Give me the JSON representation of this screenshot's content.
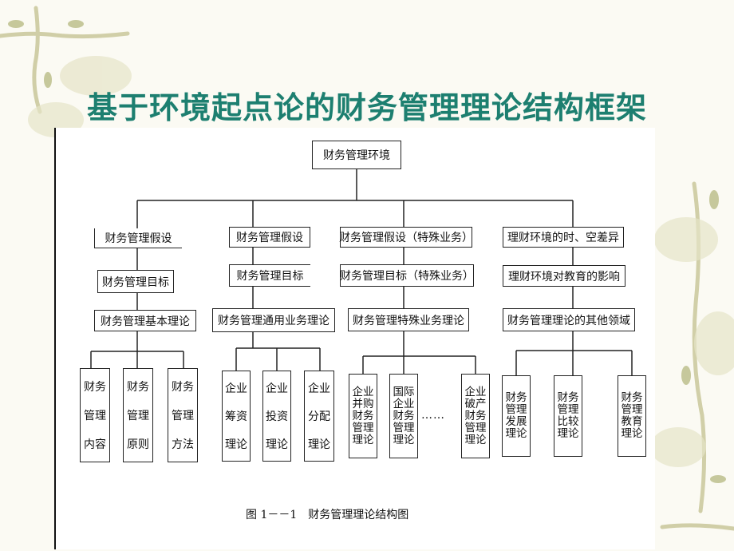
{
  "slide_title": "基于环境起点论的财务管理理论结构框架",
  "diagram": {
    "root": "财务管理环境",
    "columns": [
      {
        "chain": [
          "财务管理假设",
          "财务管理目标",
          "财务管理基本理论"
        ],
        "leaves": [
          [
            "财务",
            "管理",
            "内容"
          ],
          [
            "财务",
            "管理",
            "原则"
          ],
          [
            "财务",
            "管理",
            "方法"
          ]
        ]
      },
      {
        "chain": [
          "财务管理假设",
          "财务管理目标",
          "财务管理通用业务理论"
        ],
        "leaves": [
          [
            "企业",
            "筹资",
            "理论"
          ],
          [
            "企业",
            "投资",
            "理论"
          ],
          [
            "企业",
            "分配",
            "理论"
          ]
        ]
      },
      {
        "chain": [
          "财务管理假设（特殊业务）",
          "财务管理目标（特殊业务）",
          "财务管理特殊业务理论"
        ],
        "leaves": [
          [
            "企业",
            "并购",
            "财务",
            "管理",
            "理论"
          ],
          [
            "国际",
            "企业",
            "财务",
            "管理",
            "理论"
          ],
          [
            "企业",
            "破产",
            "财务",
            "管理",
            "理论"
          ]
        ],
        "ellipsis": "……"
      },
      {
        "chain": [
          "理财环境的时、空差异",
          "理财环境对教育的影响",
          "财务管理理论的其他领域"
        ],
        "leaves": [
          [
            "财务",
            "管理",
            "发展",
            "理论"
          ],
          [
            "财务",
            "管理",
            "比较",
            "理论"
          ],
          [
            "财务",
            "管理",
            "教育",
            "理论"
          ]
        ]
      }
    ],
    "caption": "图 1－－1　财务管理理论结构图"
  }
}
